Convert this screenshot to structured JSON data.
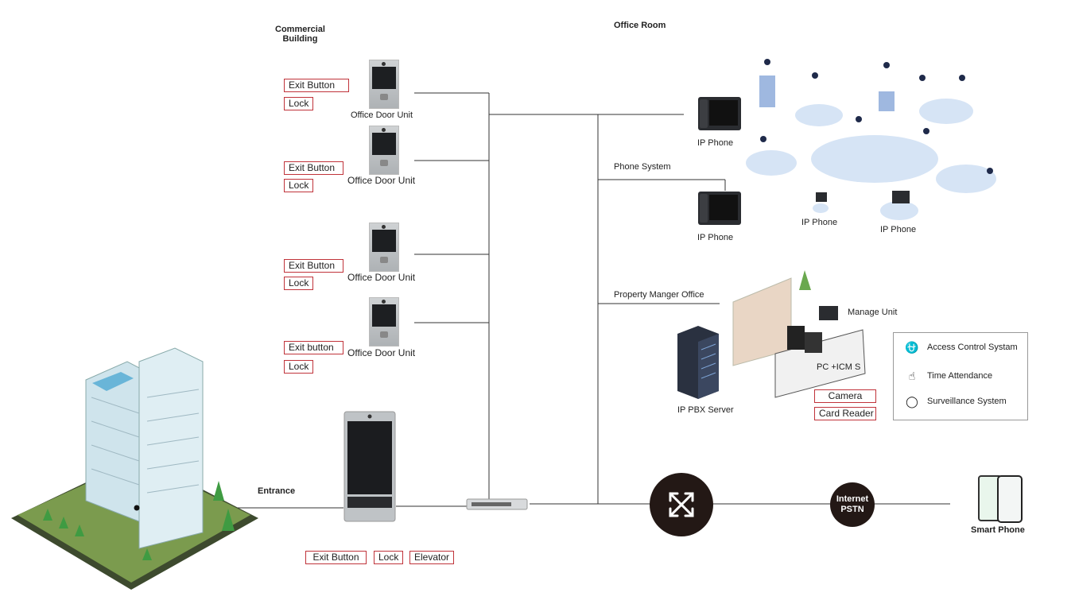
{
  "sections": {
    "commercial_building": "Commercial\nBuilding",
    "office_room": "Office Room",
    "phone_system": "Phone System",
    "property_office": "Property Manger Office",
    "entrance": "Entrance"
  },
  "office_units": [
    {
      "label": "Office Door Unit",
      "exit": "Exit Button",
      "lock": "Lock"
    },
    {
      "label": "Office Door Unit",
      "exit": "Exit Button",
      "lock": "Lock"
    },
    {
      "label": "Office Door Unit",
      "exit": "Exit Button",
      "lock": "Lock"
    },
    {
      "label": "Office Door Unit",
      "exit": "Exit button",
      "lock": "Lock"
    }
  ],
  "entrance_tags": [
    "Exit Button",
    "Lock",
    "Elevator"
  ],
  "phones": [
    "IP Phone",
    "IP Phone",
    "IP Phone",
    "IP Phone"
  ],
  "manage_unit": "Manage Unit",
  "pc_icms": "PC +ICM S",
  "pbx": "IP PBX Server",
  "manager_tags": [
    "Camera",
    "Card Reader"
  ],
  "legend": [
    "Access Control Systam",
    "Time Attendance",
    "Surveillance System"
  ],
  "internet": "Internet\nPSTN",
  "smart_phone": "Smart Phone",
  "colors": {
    "tag_border": "#c0333a",
    "line": "#333333",
    "hub": "#231815"
  }
}
